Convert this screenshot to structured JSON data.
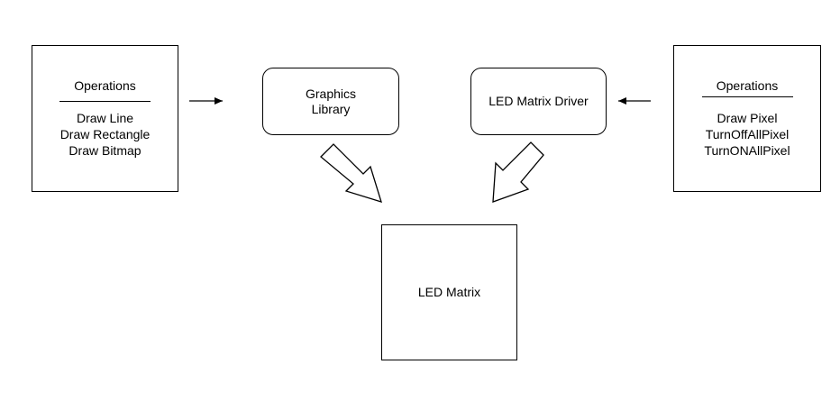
{
  "left_operations": {
    "title": "Operations",
    "items": [
      "Draw Line",
      "Draw Rectangle",
      "Draw Bitmap"
    ]
  },
  "graphics_library": {
    "label": "Graphics\nLibrary"
  },
  "led_matrix_driver": {
    "label": "LED Matrix Driver"
  },
  "right_operations": {
    "title": "Operations",
    "items": [
      "Draw Pixel",
      "TurnOffAllPixel",
      "TurnONAllPixel"
    ]
  },
  "led_matrix": {
    "label": "LED Matrix"
  },
  "colors": {
    "stroke": "#000000",
    "fill": "#ffffff"
  }
}
